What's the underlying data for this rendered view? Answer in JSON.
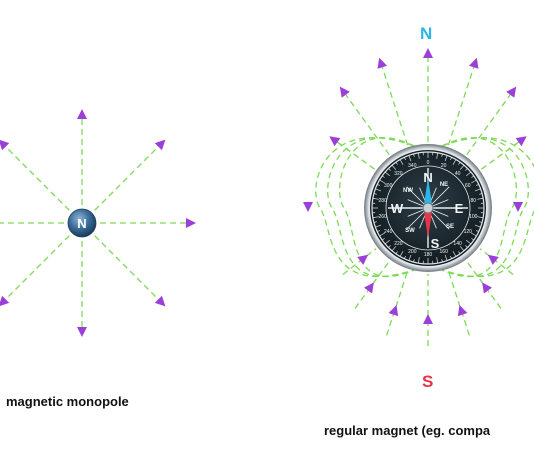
{
  "monopole": {
    "label": "N",
    "caption": "magnetic monopole"
  },
  "magnet": {
    "north_label": "N",
    "south_label": "S",
    "caption": "regular magnet (eg. compa"
  },
  "compass": {
    "cardinals": [
      "N",
      "E",
      "S",
      "W"
    ],
    "intercardinals": [
      "NE",
      "SE",
      "SW",
      "NW"
    ],
    "degrees": [
      "0",
      "20",
      "40",
      "60",
      "80",
      "100",
      "120",
      "140",
      "160",
      "180",
      "200",
      "220",
      "240",
      "260",
      "280",
      "300",
      "320",
      "340"
    ]
  },
  "colors": {
    "field_line": "#7ed957",
    "arrow": "#9b3fd8",
    "north": "#29b7e8",
    "south": "#e8334a",
    "monopole_fill": "#2f5d86"
  }
}
